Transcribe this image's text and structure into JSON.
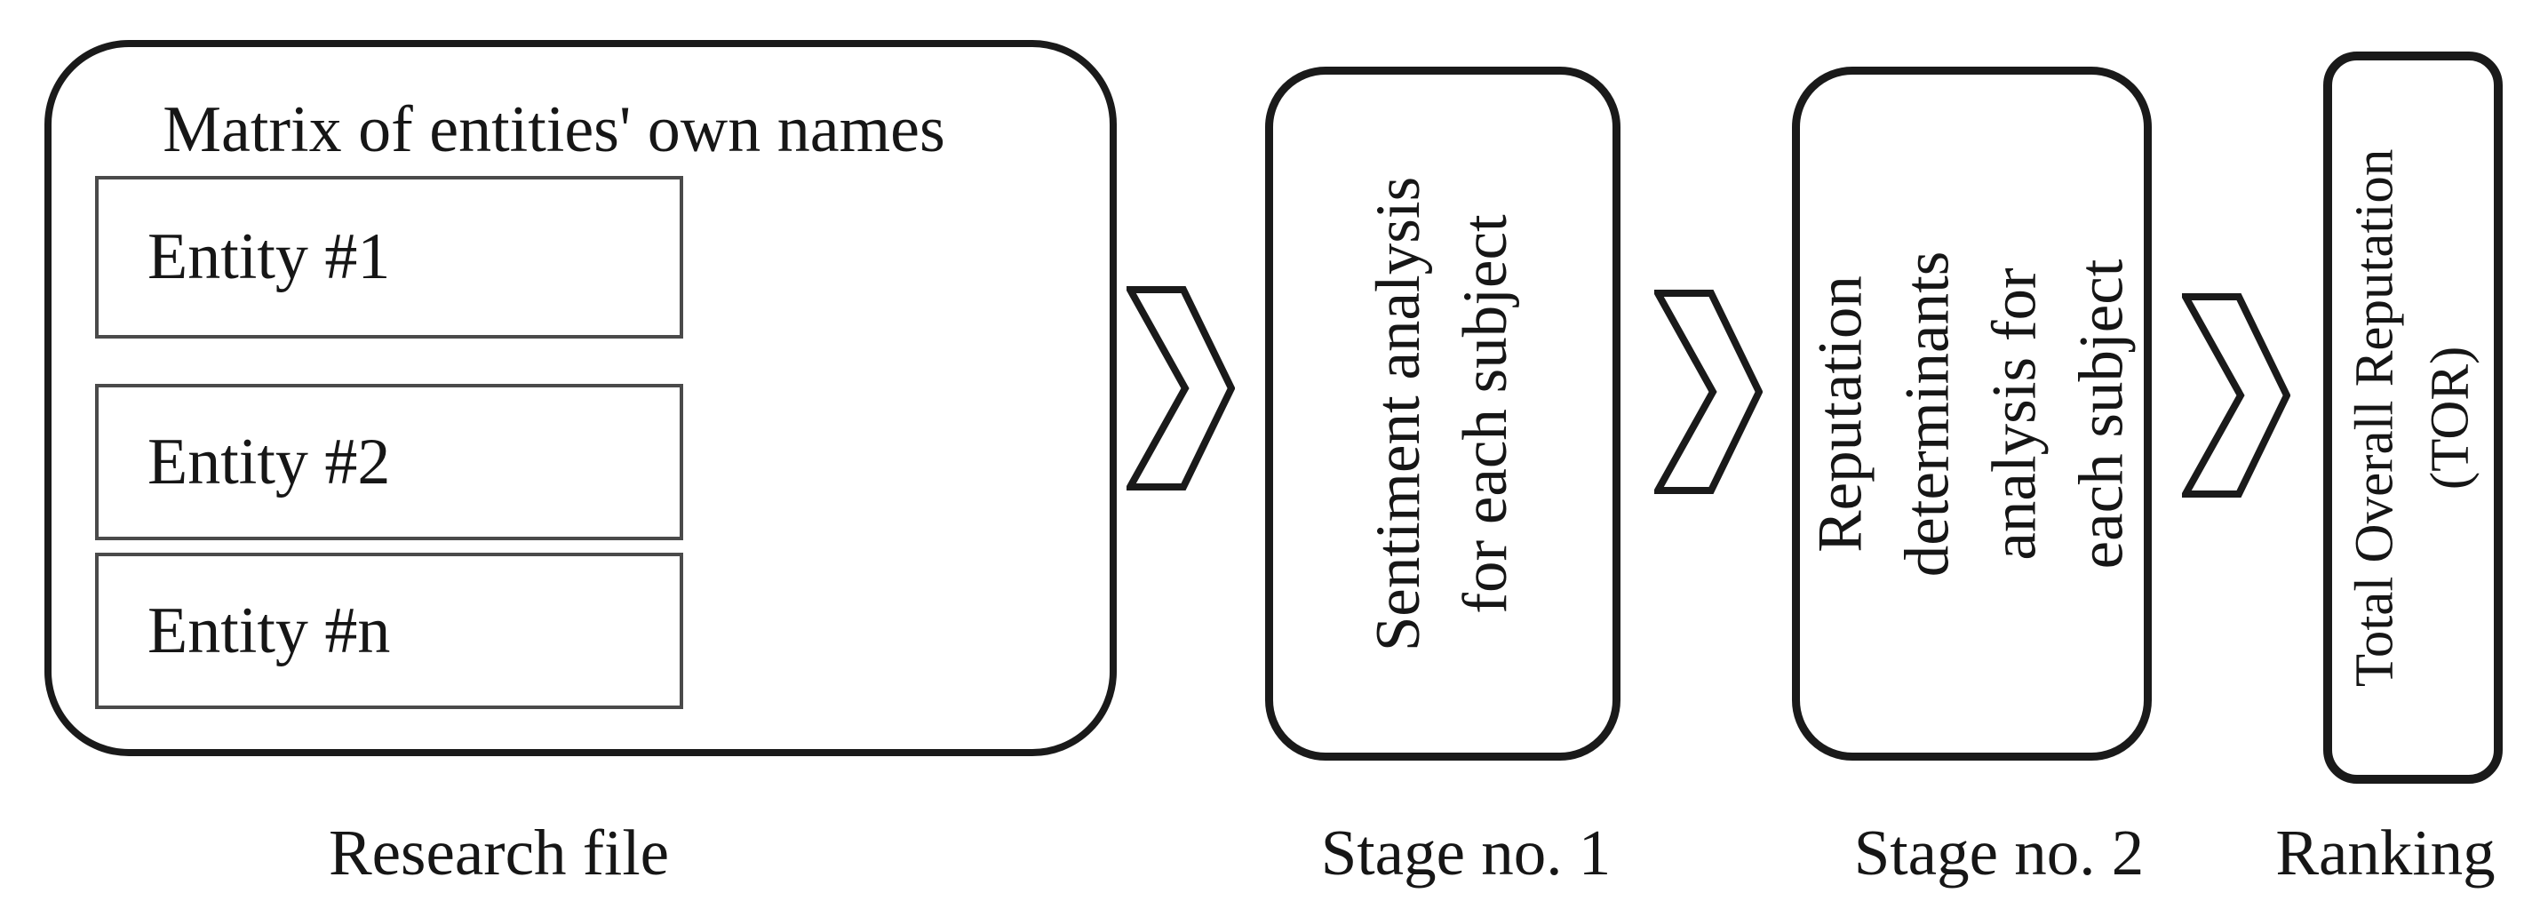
{
  "diagram": {
    "research_file": {
      "title": "Matrix of entities' own names",
      "entities": [
        {
          "label": "Entity #1"
        },
        {
          "label": "Entity #2"
        },
        {
          "label": "Entity #n"
        }
      ],
      "caption": "Research file"
    },
    "stage1": {
      "text": "Sentiment analysis\nfor each subject",
      "caption": "Stage no. 1"
    },
    "stage2": {
      "text": "Reputation\ndeterminants\nanalysis for\neach subject",
      "caption": "Stage no. 2"
    },
    "ranking": {
      "text": "Total Overall Reputation\n(TOR)",
      "caption": "Ranking"
    },
    "icons": {
      "arrow": "chevron-right-outline"
    },
    "colors": {
      "stroke": "#1a1a1a",
      "entity_border": "#4a4a4a",
      "background": "#ffffff"
    }
  }
}
